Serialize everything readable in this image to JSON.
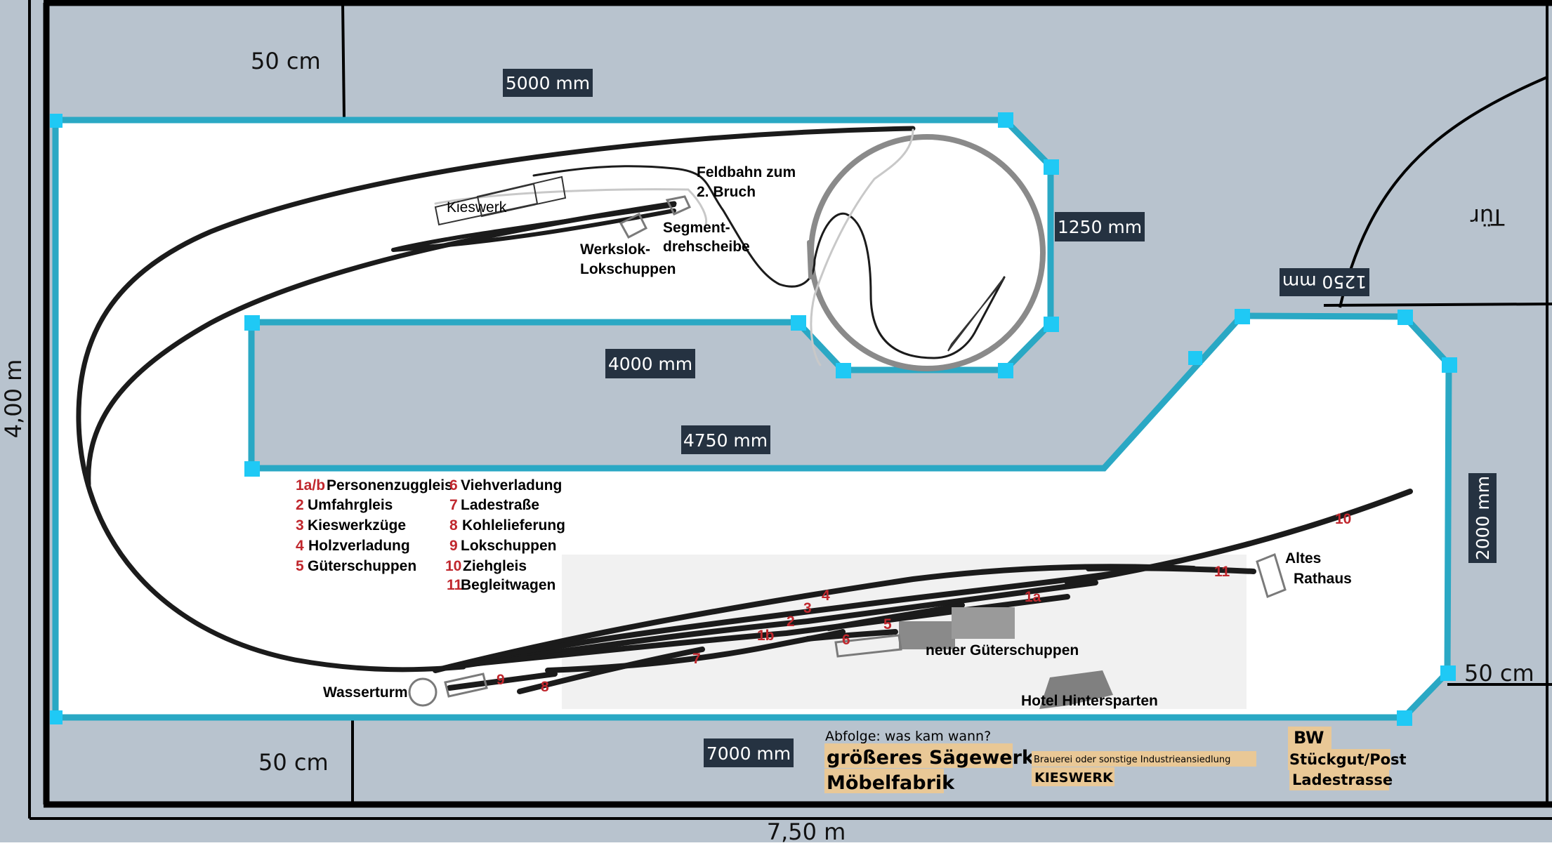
{
  "room": {
    "width_label": "7,50 m",
    "height_label": "4,00 m",
    "door_label": "Tür",
    "margin_labels": {
      "top_left": "50 cm",
      "bottom_left": "50 cm",
      "right": "50 cm"
    }
  },
  "dimensions": {
    "top": "5000 mm",
    "loop_side": "1250 mm",
    "door_side": "1250 mm",
    "cutout_top": "4000 mm",
    "cutout_bottom": "4750 mm",
    "right_side": "2000 mm",
    "bottom": "7000 mm"
  },
  "plan_labels": {
    "kieswerk": "Kieswerk",
    "feldbahn_1": "Feldbahn zum",
    "feldbahn_2": "2. Bruch",
    "segment_1": "Segment-",
    "segment_2": "drehscheibe",
    "werkslok_1": "Werkslok-",
    "werkslok_2": "Lokschuppen",
    "wasserturm": "Wasserturm",
    "gueterschuppen": "neuer Güterschuppen",
    "hotel": "Hotel Hintersparten",
    "rathaus_1": "Altes",
    "rathaus_2": "Rathaus"
  },
  "track_numbers": {
    "t1a": "1a",
    "t1b": "1b",
    "t2": "2",
    "t3": "3",
    "t4": "4",
    "t5": "5",
    "t6": "6",
    "t7": "7",
    "t8": "8",
    "t9": "9",
    "t10": "10",
    "t11": "11"
  },
  "legend": {
    "left": [
      {
        "num": "1a/b",
        "text": "Personenzuggleis"
      },
      {
        "num": "2",
        "text": "Umfahrgleis"
      },
      {
        "num": "3",
        "text": "Kieswerkzüge"
      },
      {
        "num": "4",
        "text": "Holzverladung"
      },
      {
        "num": "5",
        "text": "Güterschuppen"
      }
    ],
    "right": [
      {
        "num": "6",
        "text": "Viehverladung"
      },
      {
        "num": "7",
        "text": "Ladestraße"
      },
      {
        "num": "8",
        "text": "Kohlelieferung"
      },
      {
        "num": "9",
        "text": "Lokschuppen"
      },
      {
        "num": "10",
        "text": "Ziehgleis"
      },
      {
        "num": "11",
        "text": "Begleitwagen"
      }
    ]
  },
  "sequence": {
    "heading": "Abfolge: was kam wann?",
    "col1": [
      "größeres Sägewerk",
      "Möbelfabrik"
    ],
    "col2": [
      "Brauerei oder sonstige Industrieansiedlung",
      "KIESWERK"
    ],
    "col3": [
      "BW",
      "Stückgut/Post",
      "Ladestrasse"
    ]
  },
  "colors": {
    "room_floor": "#b8c3ce",
    "board": "#ffffff",
    "board_edge": "#2aa8c4",
    "handle": "#1fc9f5",
    "dim_label_bg": "#253241",
    "track_number": "#c0272d",
    "note_tag": "#e9c896"
  }
}
